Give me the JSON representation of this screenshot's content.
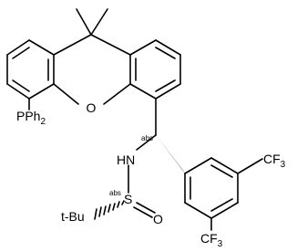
{
  "molecule": {
    "atoms": {
      "O_ring": "O",
      "P": "PPh",
      "P_sub": "2",
      "N": "HN",
      "S": "S",
      "O_sulfinyl": "O",
      "tBu": "t-Bu",
      "CF3_top_main": "CF",
      "CF3_top_sub": "3",
      "CF3_bottom_main": "CF",
      "CF3_bottom_sub": "3"
    },
    "stereo_labels": {
      "carbon": "abs",
      "sulfur": "abs"
    }
  }
}
